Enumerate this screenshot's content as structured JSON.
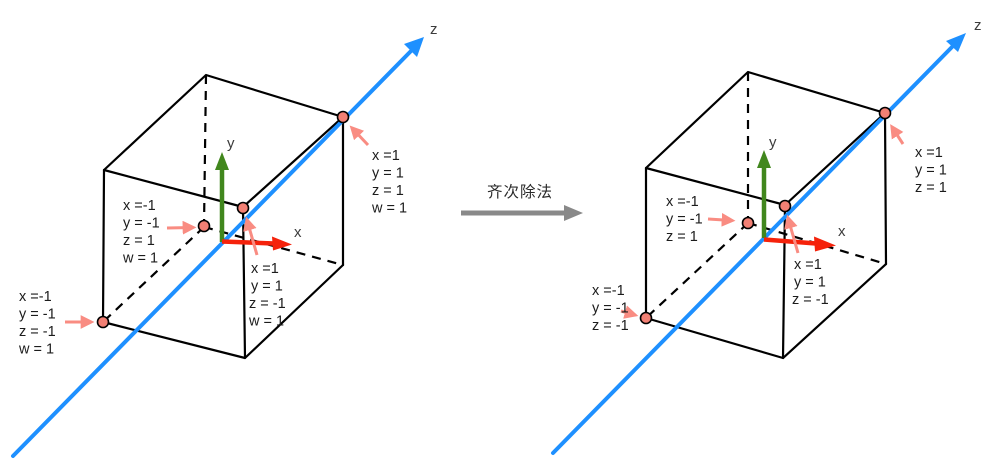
{
  "transform": {
    "label": "齐次除法"
  },
  "axis_labels": {
    "x": "x",
    "y": "y",
    "z": "z"
  },
  "colors": {
    "x_axis": "#f5220b",
    "y_axis": "#41871d",
    "z_axis": "#1e90ff",
    "annotation": "#f98c82",
    "dot_fill": "#f28074",
    "cube_edge": "#000000",
    "transform_arrow": "#898989"
  },
  "left_cube": {
    "points": [
      {
        "id": "corner-1-1-1",
        "lines": [
          "x =1",
          "y = 1",
          "z = 1",
          "w = 1"
        ]
      },
      {
        "id": "corner--1--1-1",
        "lines": [
          "x =-1",
          "y = -1",
          "z = 1",
          "w = 1"
        ]
      },
      {
        "id": "corner-1-1--1",
        "lines": [
          "x =1",
          "y = 1",
          "z = -1",
          "w = 1"
        ]
      },
      {
        "id": "corner--1--1--1",
        "lines": [
          "x =-1",
          "y = -1",
          "z = -1",
          "w = 1"
        ]
      }
    ]
  },
  "right_cube": {
    "points": [
      {
        "id": "corner-1-1-1",
        "lines": [
          "x =1",
          "y = 1",
          "z = 1"
        ]
      },
      {
        "id": "corner--1--1-1",
        "lines": [
          "x =-1",
          "y = -1",
          "z = 1"
        ]
      },
      {
        "id": "corner-1-1--1",
        "lines": [
          "x =1",
          "y = 1",
          "z = -1"
        ]
      },
      {
        "id": "corner--1--1--1",
        "lines": [
          "x =-1",
          "y = -1",
          "z = -1"
        ]
      }
    ]
  }
}
